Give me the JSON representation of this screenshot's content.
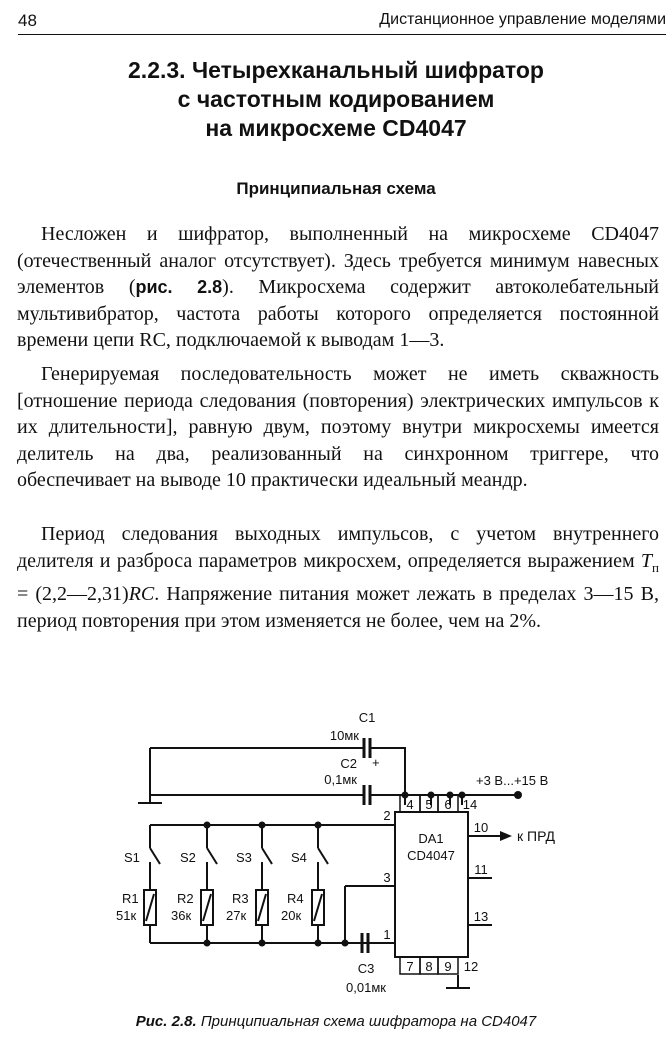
{
  "header": {
    "page_number": "48",
    "running_title": "Дистанционное управление моделями"
  },
  "section": {
    "number": "2.2.3.",
    "title_line1_rest": "Четырехканальный шифратор",
    "title_line2": "с частотным кодированием",
    "title_line3": "на микросхеме CD4047"
  },
  "subheading": "Принципиальная схема",
  "paragraph1": {
    "a": "Несложен и шифратор, выполненный на микросхеме CD4047 (отечественный аналог отсутствует). Здесь требуется минимум навесных элементов (",
    "ref": "рис. 2.8",
    "b": "). Микросхема содержит автоколебательный мультивибратор, частота работы которого определяется постоянной времени цепи RC, подключаемой к выводам 1—3."
  },
  "paragraph2": "Генерируемая последовательность может не иметь скважность [отношение периода следования (повторения) электрических импульсов к их длительности], равную двум, поэтому внутри микросхемы имеется делитель на два, реализованный на синхронном триггере, что обеспечивает на выводе 10 практически идеальный меандр.",
  "paragraph3": {
    "a": "Период следования выходных импульсов, с учетом внутреннего делителя и разброса параметров микросхем, определяется выражением ",
    "formula_T": "T",
    "formula_sub": "п",
    "formula_eq": " = (2,2—2,31)",
    "formula_RC": "RC",
    "b": ". Напряжение питания может лежать в пределах 3—15 В, период повторения при этом изменяется не более, чем на 2%."
  },
  "figure": {
    "c1_name": "C1",
    "c1_value": "10мк",
    "c2_name": "C2",
    "c2_value": "0,1мк",
    "c3_name": "C3",
    "c3_value": "0,01мк",
    "plus_sign": "+",
    "supply": "+3 В...+15 В",
    "output": "к ПРД",
    "ic_name": "DA1",
    "ic_type": "CD4047",
    "switches": [
      "S1",
      "S2",
      "S3",
      "S4"
    ],
    "resistors": [
      {
        "name": "R1",
        "value": "51к"
      },
      {
        "name": "R2",
        "value": "36к"
      },
      {
        "name": "R3",
        "value": "27к"
      },
      {
        "name": "R4",
        "value": "20к"
      }
    ],
    "pins": {
      "p2": "2",
      "p3": "3",
      "p1": "1",
      "p4": "4",
      "p5": "5",
      "p6": "6",
      "p14": "14",
      "p10": "10",
      "p11": "11",
      "p13": "13",
      "p7": "7",
      "p8": "8",
      "p9": "9",
      "p12": "12"
    }
  },
  "caption": {
    "label": "Рис. 2.8.",
    "text": "Принципиальная схема шифратора на CD4047"
  }
}
